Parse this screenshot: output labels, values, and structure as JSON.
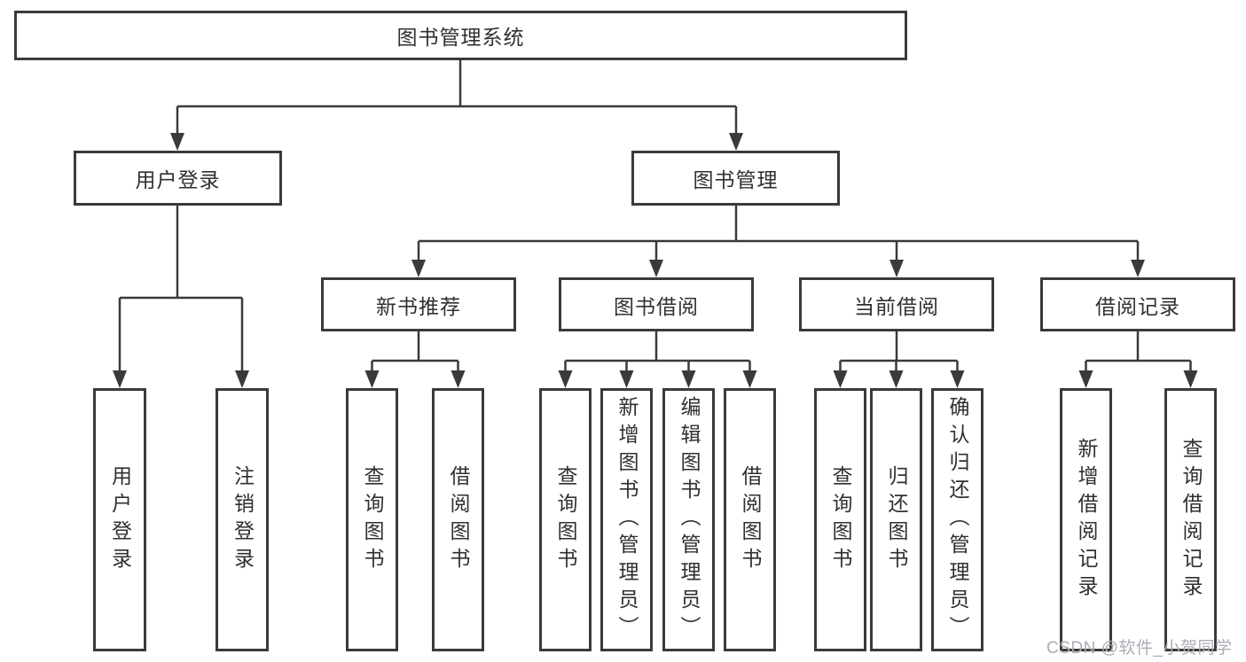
{
  "colors": {
    "line": "#3a3a3a",
    "text": "#303030",
    "watermark": "#a9adb3",
    "background": "#ffffff"
  },
  "watermark": {
    "text": "CSDN @软件_小贺同学"
  },
  "tree": {
    "root": {
      "label": "图书管理系统"
    },
    "level2": [
      {
        "label": "用户登录",
        "leaves": [
          {
            "label": "用户登录"
          },
          {
            "label": "注销登录"
          }
        ]
      },
      {
        "label": "图书管理",
        "groups": [
          {
            "label": "新书推荐",
            "leaves": [
              {
                "label": "查询图书"
              },
              {
                "label": "借阅图书"
              }
            ]
          },
          {
            "label": "图书借阅",
            "leaves": [
              {
                "label": "查询图书"
              },
              {
                "label": "新增图书（管理员）"
              },
              {
                "label": "编辑图书（管理员）"
              },
              {
                "label": "借阅图书"
              }
            ]
          },
          {
            "label": "当前借阅",
            "leaves": [
              {
                "label": "查询图书"
              },
              {
                "label": "归还图书"
              },
              {
                "label": "确认归还（管理员）"
              }
            ]
          },
          {
            "label": "借阅记录",
            "leaves": [
              {
                "label": "新增借阅记录"
              },
              {
                "label": "查询借阅记录"
              }
            ]
          }
        ]
      }
    ]
  }
}
